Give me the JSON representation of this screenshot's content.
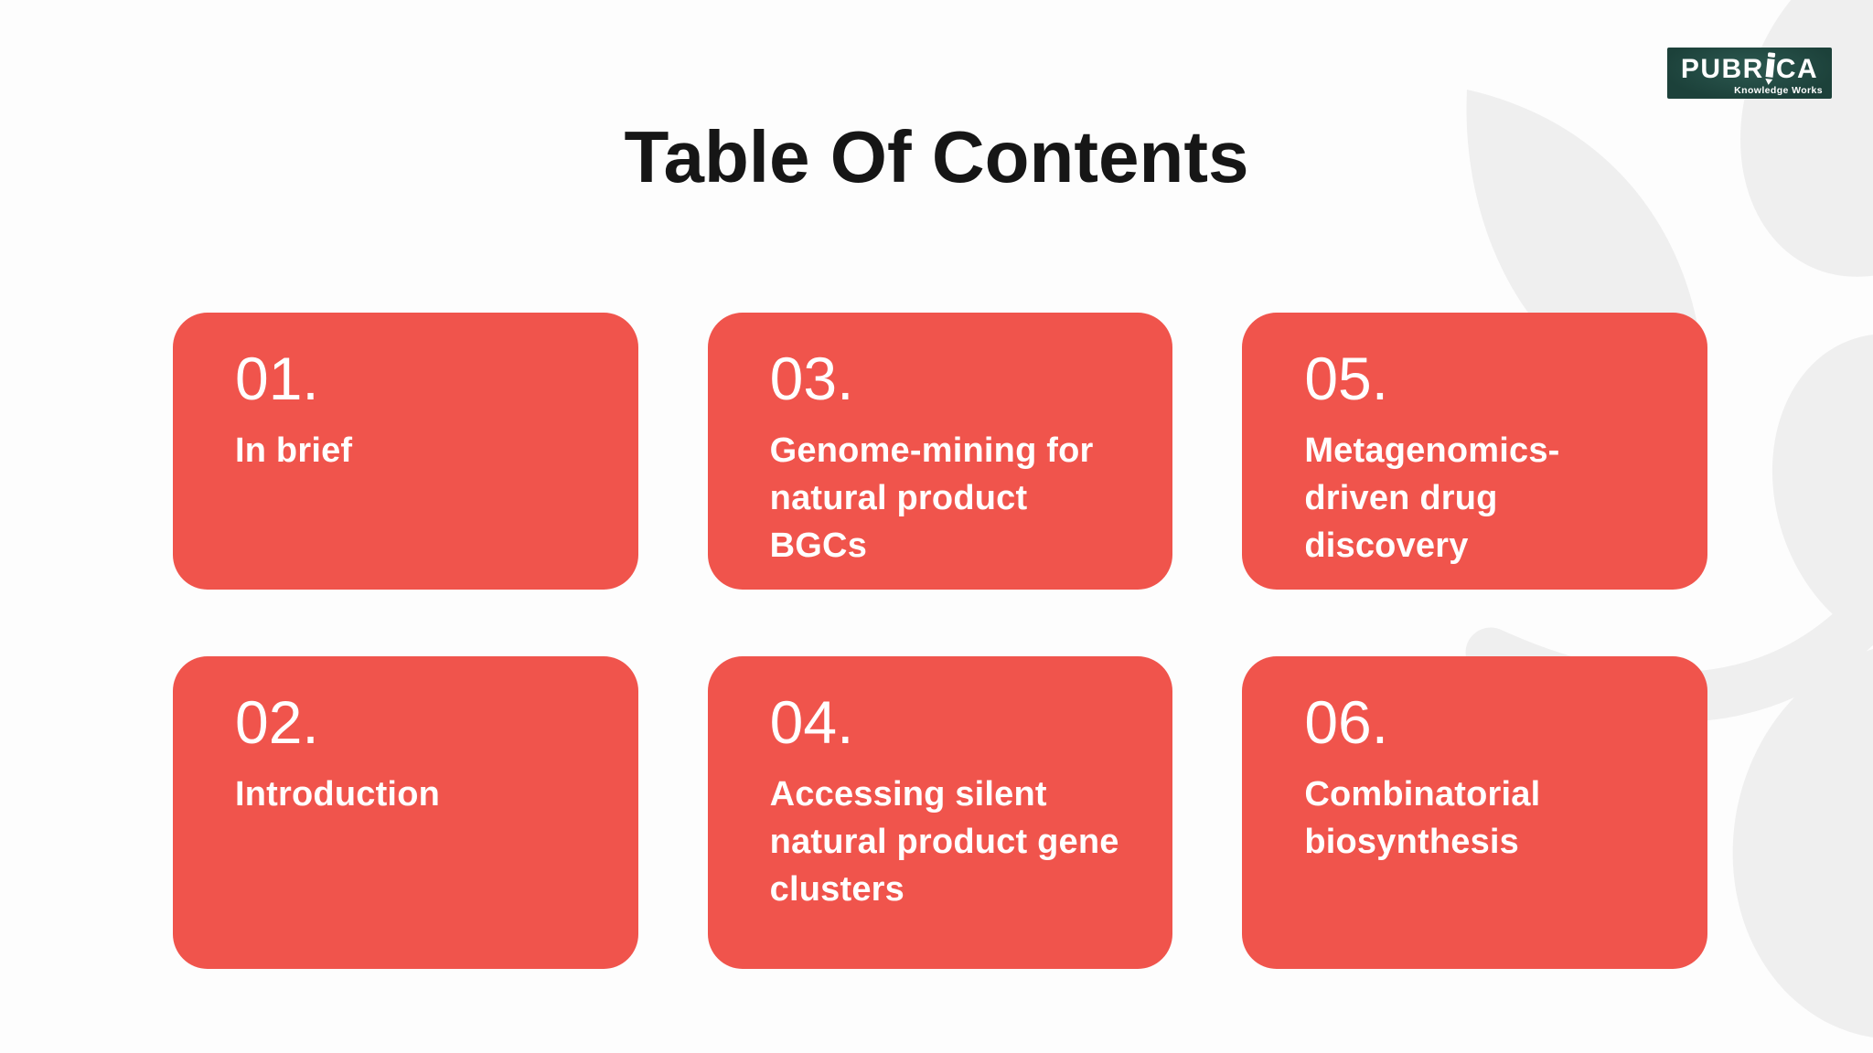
{
  "slide": {
    "title": "Table Of Contents"
  },
  "theme": {
    "accent": "#f0544c",
    "page-bg": "#fdfdfd",
    "watermark": "#efefef",
    "logo-green": "#1c413a",
    "logo-green-light": "#2c5850"
  },
  "logo": {
    "name_pre": "PUBR",
    "name_post": "CA",
    "tagline": "Knowledge Works"
  },
  "toc": {
    "items": [
      {
        "number": "01.",
        "label": "In brief"
      },
      {
        "number": "02.",
        "label": "Introduction"
      },
      {
        "number": "03.",
        "label": "Genome-mining for natural product BGCs"
      },
      {
        "number": "04.",
        "label": "Accessing silent natural product gene clusters"
      },
      {
        "number": "05.",
        "label": "Metagenomics-driven drug discovery"
      },
      {
        "number": "06.",
        "label": "Combinatorial biosynthesis"
      }
    ]
  }
}
